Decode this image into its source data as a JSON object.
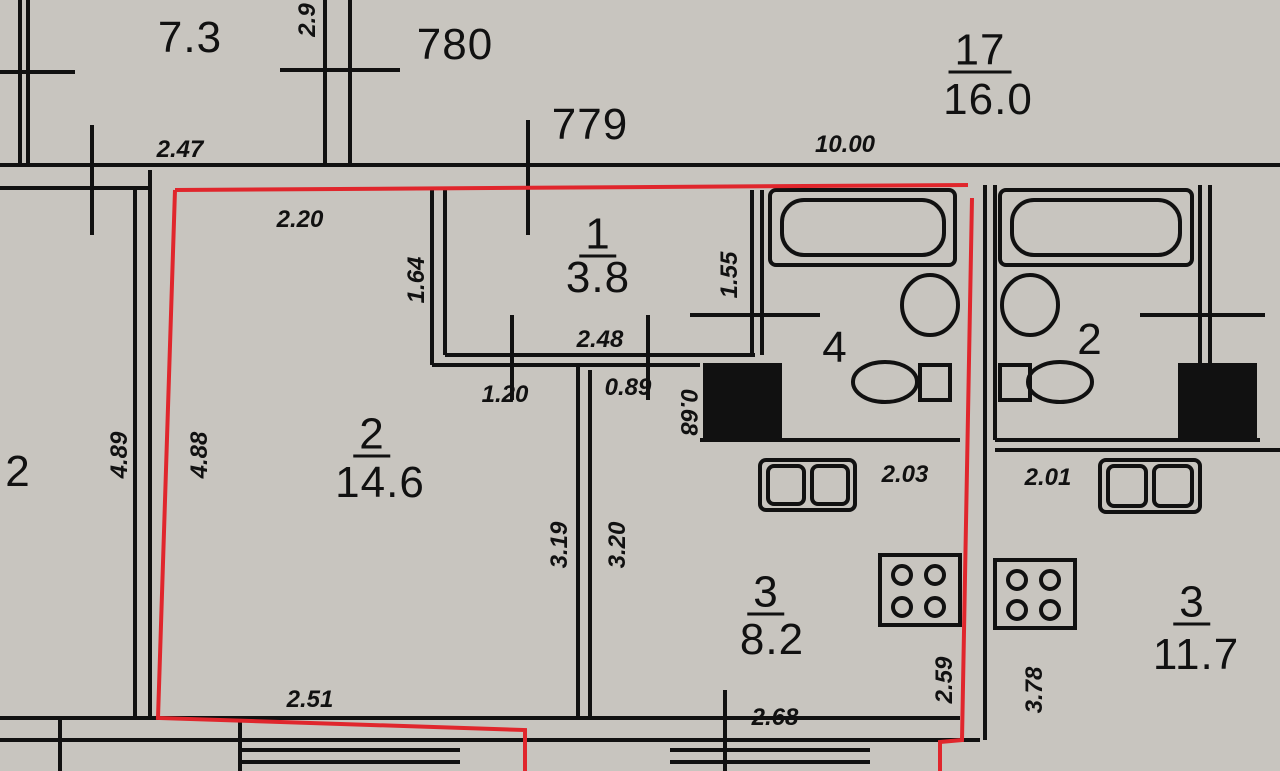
{
  "plan": {
    "outline_color": "#e0262c",
    "wall_color": "#111111",
    "labels": {
      "room_top_left_area": "7.3",
      "dim_2_9": "2.9",
      "apt_780": "780",
      "apt_779": "779",
      "room17_no": "17",
      "room17_area": "16.0",
      "dim_2_47": "2.47",
      "dim_10_00": "10.00",
      "dim_2_20": "2.20",
      "dim_1_64": "1.64",
      "room1_no": "1",
      "room1_area": "3.8",
      "dim_1_55": "1.55",
      "dim_2_48": "2.48",
      "room4_no": "4",
      "neighbor_room2_no": "2",
      "dim_1_20": "1.20",
      "dim_0_89": "0.89",
      "dim_0_68": "0.68",
      "dim_2_03": "2.03",
      "dim_2_01": "2.01",
      "dim_4_89": "4.89",
      "dim_4_88": "4.88",
      "room2_no": "2",
      "room2_area": "14.6",
      "left_room_partial": "2",
      "dim_3_19": "3.19",
      "dim_3_20": "3.20",
      "room3_no": "3",
      "room3_area": "8.2",
      "neighbor_room3_no": "3",
      "neighbor_room3_area": "11.7",
      "dim_2_59": "2.59",
      "dim_3_78": "3.78",
      "dim_2_51": "2.51",
      "dim_2_68": "2.68"
    }
  }
}
